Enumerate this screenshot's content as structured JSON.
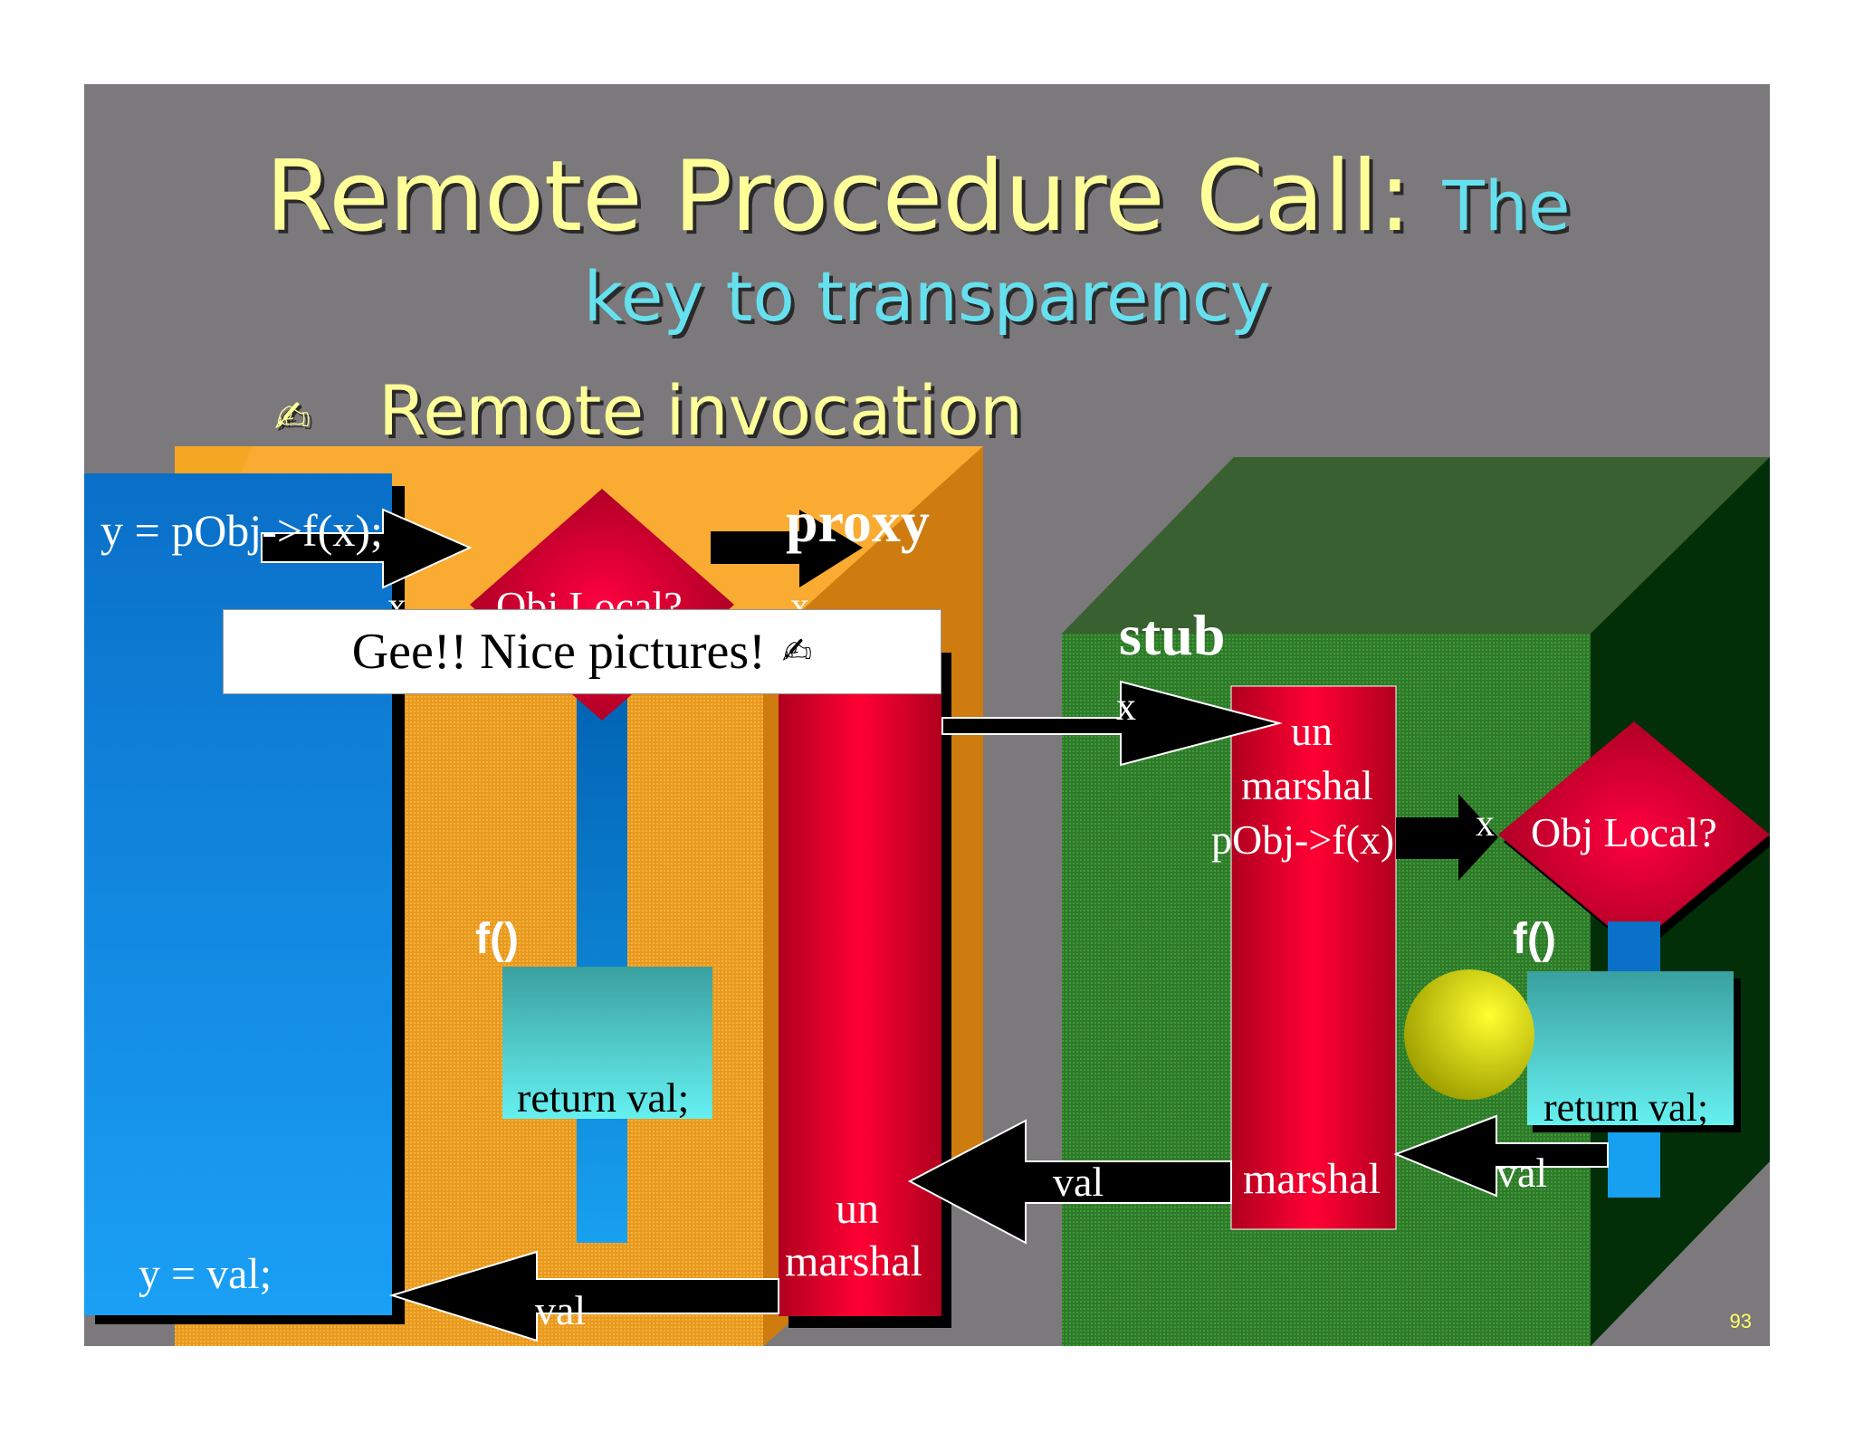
{
  "title": {
    "main": "Remote Procedure Call:",
    "sub_1": "The",
    "sub_2": "key to transparency"
  },
  "bullet": {
    "icon": "writing-hand-icon",
    "text": "Remote  invocation"
  },
  "client": {
    "call_code": "y =  pObj->f(x);",
    "result_code": "y = val;"
  },
  "proxy": {
    "label": "proxy",
    "decision": "Obj Local?",
    "function_label": "f()",
    "return_code": "return val;",
    "unmarshal_1": "un",
    "unmarshal_2": "marshal",
    "arg_label": "x",
    "arg_label_2": "x",
    "val_label": "val"
  },
  "stub": {
    "label": "stub",
    "unmarshal_1": "un",
    "unmarshal_2": "marshal",
    "call_code": "pObj->f(x)",
    "marshal": "marshal",
    "decision": "Obj Local?",
    "function_label": "f()",
    "return_code": "return val;",
    "arg_label": "x",
    "val_label": "val"
  },
  "network": {
    "request_label": "x",
    "reply_label": "val"
  },
  "callout": {
    "text": "Gee!! Nice pictures!",
    "icon": "writing-hand-icon"
  },
  "page_number": "93",
  "colors": {
    "slide_bg": "#7b797b",
    "title": "#ffff99",
    "subtitle": "#66e0ee",
    "proxy_box": "#f5a623",
    "stub_box": "#2e7d32",
    "client_box": "#1a8fe0",
    "marshal_bar": "#e8002e"
  }
}
